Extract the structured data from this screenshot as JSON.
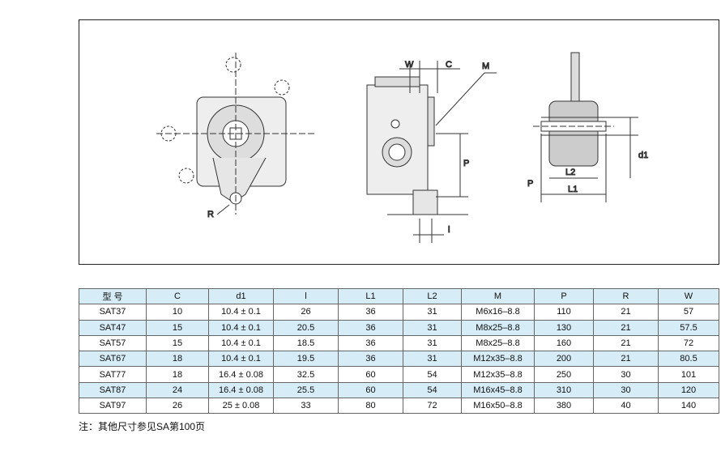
{
  "drawing": {
    "labels": {
      "W": "W",
      "C": "C",
      "M": "M",
      "P": "P",
      "R": "R",
      "l": "l",
      "L1": "L1",
      "L2": "L2",
      "d1": "d1"
    }
  },
  "table": {
    "headers": [
      "型 号",
      "C",
      "d1",
      "l",
      "L1",
      "L2",
      "M",
      "P",
      "R",
      "W"
    ],
    "rows": [
      [
        "SAT37",
        "10",
        "10.4 ± 0.1",
        "26",
        "36",
        "31",
        "M6x16–8.8",
        "110",
        "21",
        "57"
      ],
      [
        "SAT47",
        "15",
        "10.4 ± 0.1",
        "20.5",
        "36",
        "31",
        "M8x25–8.8",
        "130",
        "21",
        "57.5"
      ],
      [
        "SAT57",
        "15",
        "10.4 ± 0.1",
        "18.5",
        "36",
        "31",
        "M8x25–8.8",
        "160",
        "21",
        "72"
      ],
      [
        "SAT67",
        "18",
        "10.4 ± 0.1",
        "19.5",
        "36",
        "31",
        "M12x35–8.8",
        "200",
        "21",
        "80.5"
      ],
      [
        "SAT77",
        "18",
        "16.4 ± 0.08",
        "32.5",
        "60",
        "54",
        "M12x35–8.8",
        "250",
        "30",
        "101"
      ],
      [
        "SAT87",
        "24",
        "16.4 ± 0.08",
        "25.5",
        "60",
        "54",
        "M16x45–8.8",
        "310",
        "30",
        "120"
      ],
      [
        "SAT97",
        "26",
        "25 ± 0.08",
        "33",
        "80",
        "72",
        "M16x50–8.8",
        "380",
        "40",
        "140"
      ]
    ]
  },
  "note": "注：其他尺寸参见SA第100页"
}
